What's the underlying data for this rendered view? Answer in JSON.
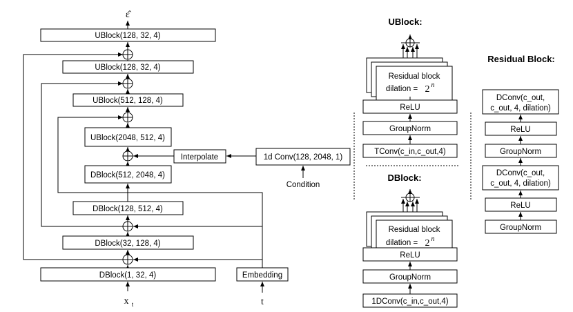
{
  "main": {
    "output_label": "ε̂",
    "ublocks": [
      "UBlock(128, 32, 4)",
      "UBlock(128, 32, 4)",
      "UBlock(512, 128, 4)",
      "UBlock(2048, 512, 4)"
    ],
    "dblocks": [
      "DBlock(512, 2048, 4)",
      "DBlock(128, 512, 4)",
      "DBlock(32, 128, 4)",
      "DBlock(1, 32, 4)"
    ],
    "interpolate": "Interpolate",
    "conv1d": "1d Conv(128, 2048, 1)",
    "condition": "Condition",
    "embedding": "Embedding",
    "input_x": "x",
    "input_x_sub": "t",
    "input_t": "t"
  },
  "ublock_panel": {
    "title": "UBlock:",
    "residual_line1": "Residual block",
    "residual_line2": "dilation = ",
    "residual_pow_base": "2",
    "residual_pow_exp": "n",
    "relu": "ReLU",
    "groupnorm": "GroupNorm",
    "tconv": "TConv(c_in,c_out,4)"
  },
  "dblock_panel": {
    "title": "DBlock:",
    "residual_line1": "Residual block",
    "residual_line2": "dilation = ",
    "residual_pow_base": "2",
    "residual_pow_exp": "n",
    "relu": "ReLU",
    "groupnorm": "GroupNorm",
    "conv": "1DConv(c_in,c_out,4)"
  },
  "residual_panel": {
    "title": "Residual Block:",
    "dconv_top_1": "DConv(c_out,",
    "dconv_top_2": "c_out, 4, dilation)",
    "relu_top": "ReLU",
    "groupnorm_top": "GroupNorm",
    "dconv_bottom_1": "DConv(c_out,",
    "dconv_bottom_2": "c_out, 4, dilation)",
    "relu_bottom": "ReLU",
    "groupnorm_bottom": "GroupNorm"
  }
}
